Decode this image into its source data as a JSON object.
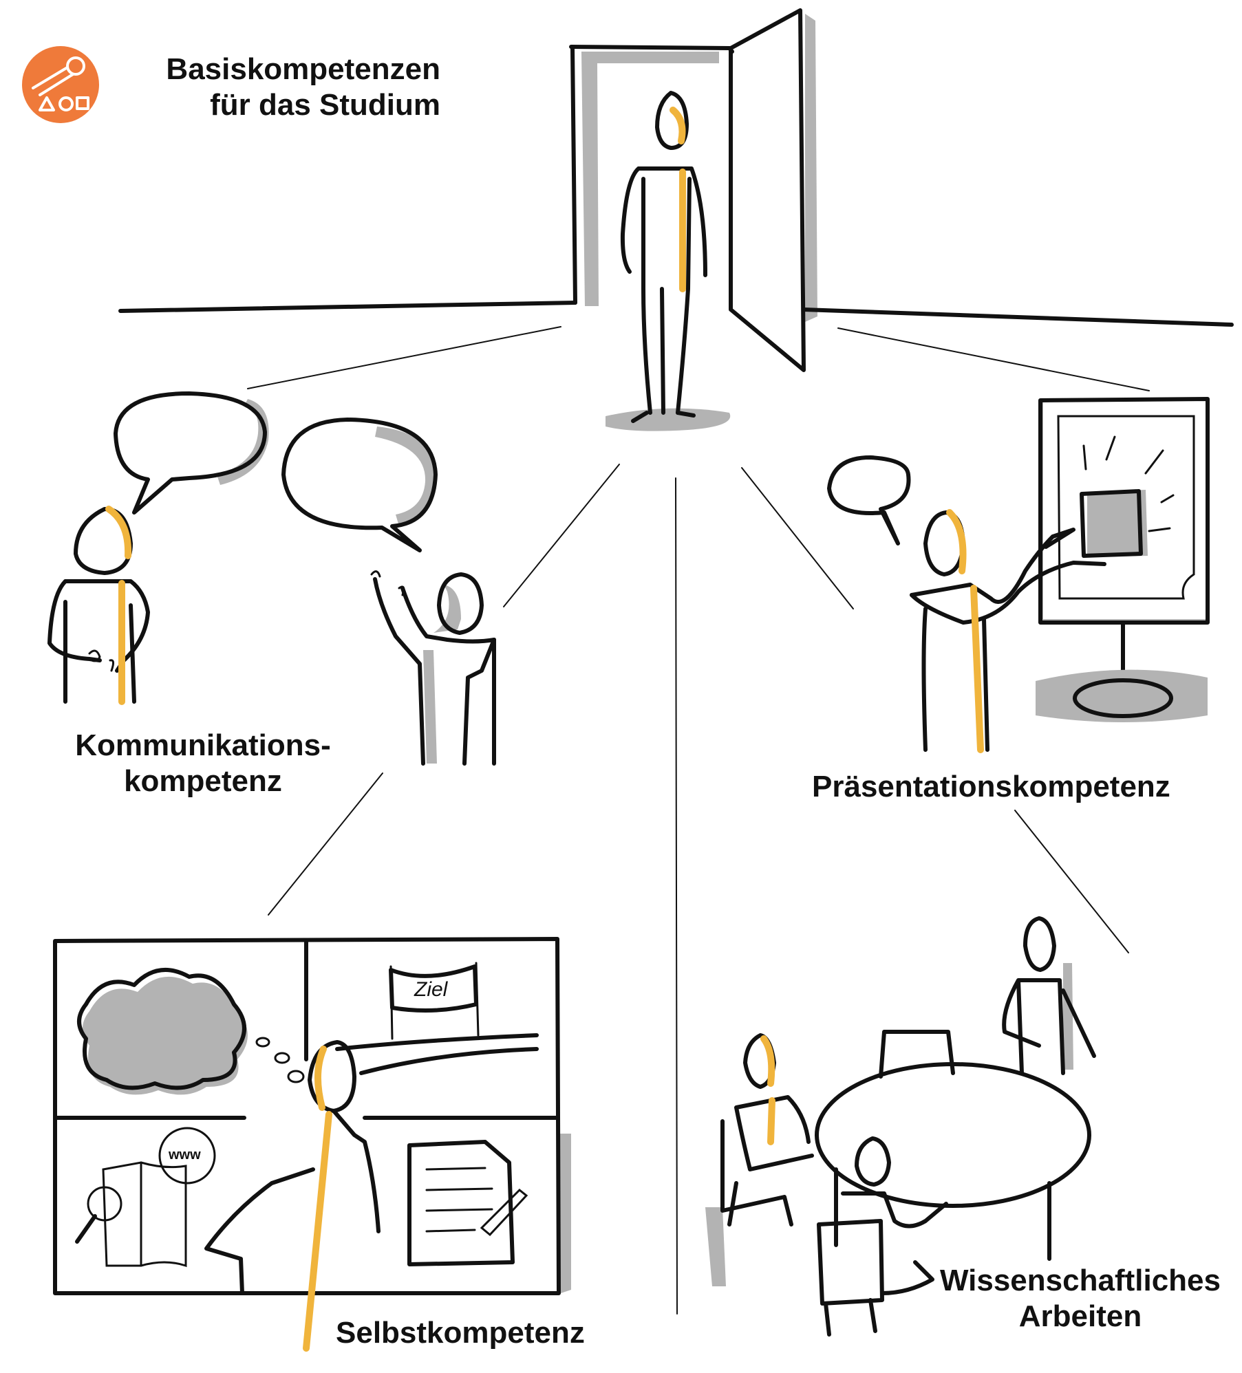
{
  "colors": {
    "ink": "#111111",
    "accent_gold": "#f0b43c",
    "shadow_gray": "#b3b3b3",
    "logo_orange": "#ef7a3a"
  },
  "header": {
    "title_line1": "Basiskompetenzen",
    "title_line2": "für das Studium",
    "logo_icon": "wrench-shapes-icon"
  },
  "sections": {
    "communication": {
      "line1": "Kommunikations-",
      "line2": "kompetenz"
    },
    "presentation": {
      "label": "Präsentationskompetenz"
    },
    "self": {
      "label": "Selbstkompetenz",
      "goal_flag_text": "Ziel",
      "globe_text": "www"
    },
    "scientific": {
      "line1": "Wissenschaftliches",
      "line2": "Arbeiten"
    }
  }
}
